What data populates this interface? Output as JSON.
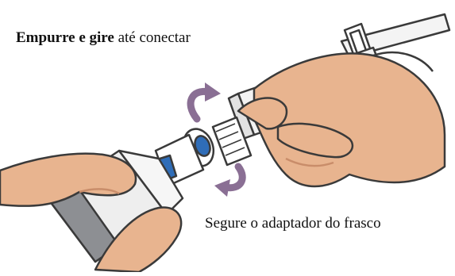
{
  "instruction_push": {
    "bold": "Empurre e gire",
    "rest": " até conectar"
  },
  "instruction_hold": {
    "text": "Segure o adaptador do frasco"
  },
  "colors": {
    "skin": "#e8b48f",
    "skin_shadow": "#c98d6a",
    "outline": "#3a3a3a",
    "rotation_arrow": "#8a6f94",
    "vial_cap": "#8d8f93",
    "adapter_blue": "#2f6db8",
    "syringe_body": "#f2f2f2"
  },
  "icons": [
    "rotate-clockwise-arrow-icon",
    "rotate-counterclockwise-arrow-icon"
  ]
}
